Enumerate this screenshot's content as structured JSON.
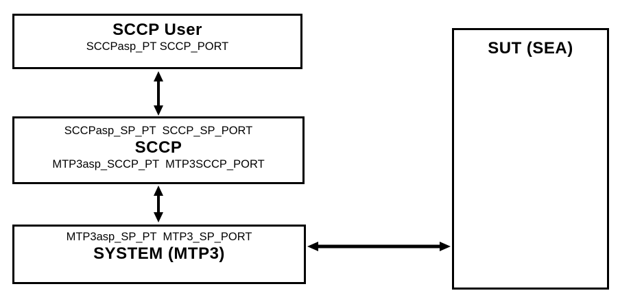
{
  "boxes": {
    "sccp_user": {
      "title": "SCCP User",
      "ports": "SCCPasp_PT SCCP_PORT"
    },
    "sccp": {
      "top_ports": "SCCPasp_SP_PT  SCCP_SP_PORT",
      "title": "SCCP",
      "bottom_ports": "MTP3asp_SCCP_PT  MTP3SCCP_PORT"
    },
    "system_mtp3": {
      "ports": "MTP3asp_SP_PT  MTP3_SP_PORT",
      "title": "SYSTEM (MTP3)"
    },
    "sut": {
      "title": "SUT (SEA)"
    }
  },
  "connections": [
    {
      "from": "sccp_user",
      "to": "sccp",
      "style": "double-headed-arrow"
    },
    {
      "from": "sccp",
      "to": "system_mtp3",
      "style": "double-headed-arrow"
    },
    {
      "from": "system_mtp3",
      "to": "sut",
      "style": "double-headed-arrow"
    }
  ],
  "colors": {
    "background": "#ffffff",
    "line": "#000000",
    "text": "#000000"
  }
}
